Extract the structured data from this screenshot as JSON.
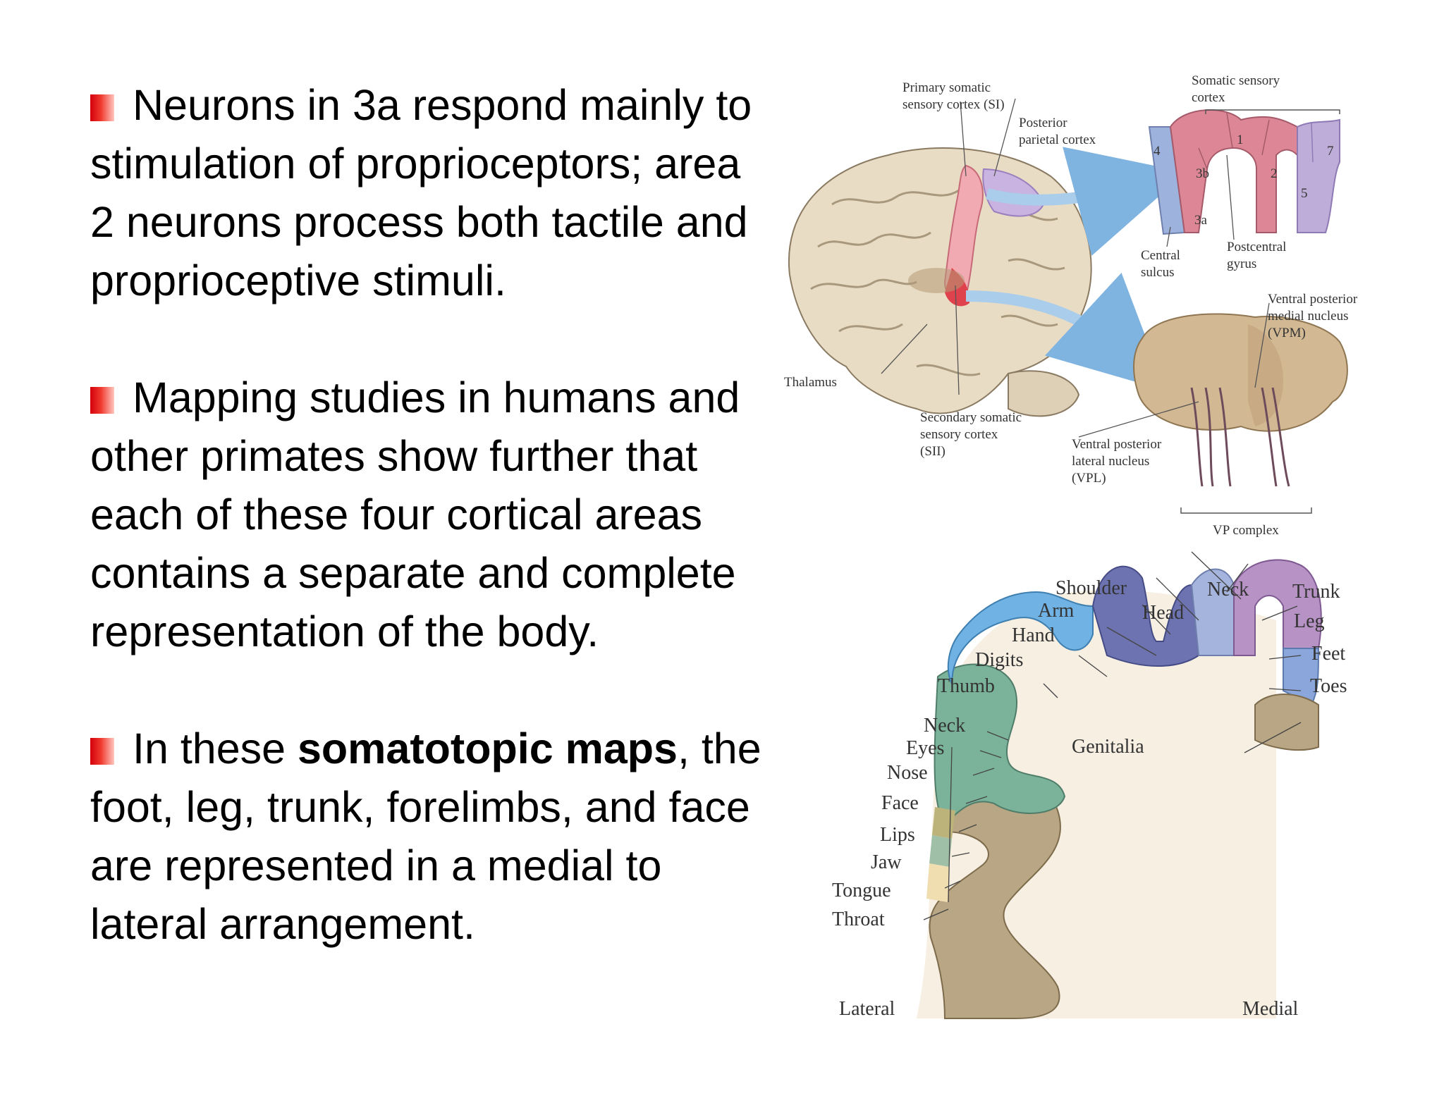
{
  "bullets": [
    {
      "text": "Neurons in 3a respond mainly to stimulation of proprioceptors; area 2 neurons process both tactile and proprioceptive stimuli."
    },
    {
      "text": "Mapping studies in humans and other primates show further that each of these four cortical areas contains a separate and complete representation of the body."
    },
    {
      "pre": "In these ",
      "bold": "somatotopic maps",
      "post": ", the foot, leg, trunk, forelimbs, and face are represented in a medial to lateral arrangement."
    }
  ],
  "figure_top": {
    "labels": {
      "primary": [
        "Primary somatic",
        "sensory cortex (SI)"
      ],
      "posterior_parietal": [
        "Posterior",
        "parietal cortex"
      ],
      "somatic_sensory": [
        "Somatic sensory",
        "cortex"
      ],
      "areas": [
        "4",
        "3b",
        "1",
        "2",
        "5",
        "7",
        "3a"
      ],
      "central_sulcus": [
        "Central",
        "sulcus"
      ],
      "postcentral": [
        "Postcentral",
        "gyrus"
      ],
      "vpm": [
        "Ventral posterior",
        "medial nucleus",
        "(VPM)"
      ],
      "thalamus": "Thalamus",
      "secondary": [
        "Secondary somatic",
        "sensory cortex",
        "(SII)"
      ],
      "vpl": [
        "Ventral posterior",
        "lateral nucleus",
        "(VPL)"
      ],
      "vp_complex": "VP complex"
    }
  },
  "figure_bottom": {
    "labels": {
      "shoulder": "Shoulder",
      "neck_top": "Neck",
      "trunk": "Trunk",
      "arm": "Arm",
      "head": "Head",
      "leg": "Leg",
      "hand": "Hand",
      "feet": "Feet",
      "digits": "Digits",
      "toes": "Toes",
      "thumb": "Thumb",
      "neck": "Neck",
      "eyes": "Eyes",
      "genitalia": "Genitalia",
      "nose": "Nose",
      "face": "Face",
      "lips": "Lips",
      "jaw": "Jaw",
      "tongue": "Tongue",
      "throat": "Throat",
      "lateral": "Lateral",
      "medial": "Medial"
    }
  },
  "colors": {
    "bullet_red": "#d4000b",
    "area4": "#8fa6d6",
    "area3_1_2": "#d97f93",
    "area5_7": "#b7a6d6",
    "cortex_tan": "#b8a684",
    "map_green": "#7bb39a",
    "map_lightblue": "#6fb2e3",
    "map_darkblue": "#6d73b0",
    "map_purple": "#b792c4"
  }
}
